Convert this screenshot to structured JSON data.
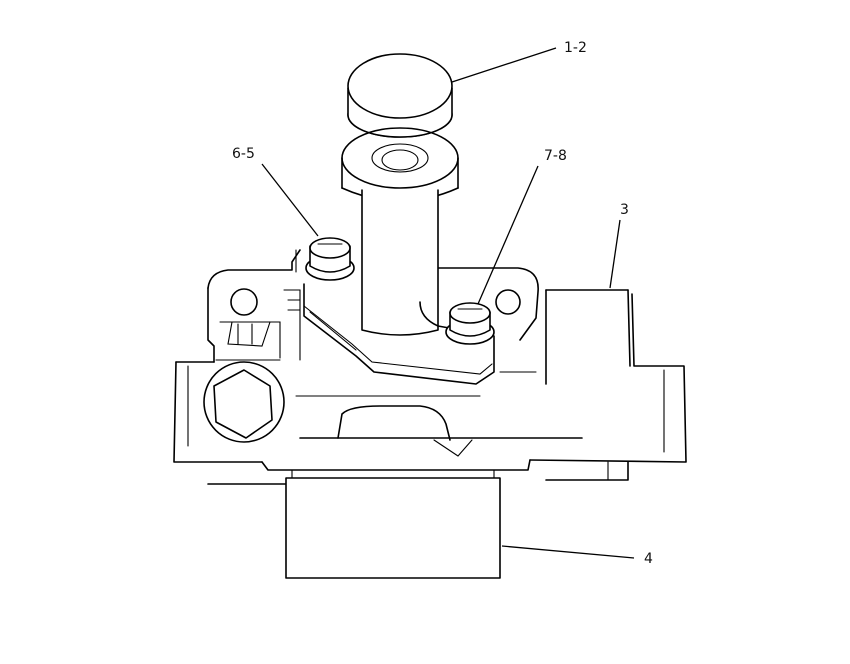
{
  "callouts": {
    "c12": "1-2",
    "c65": "6-5",
    "c78": "7-8",
    "c3": "3",
    "c4": "4"
  },
  "colors": {
    "line": "#000000",
    "background": "#ffffff"
  }
}
